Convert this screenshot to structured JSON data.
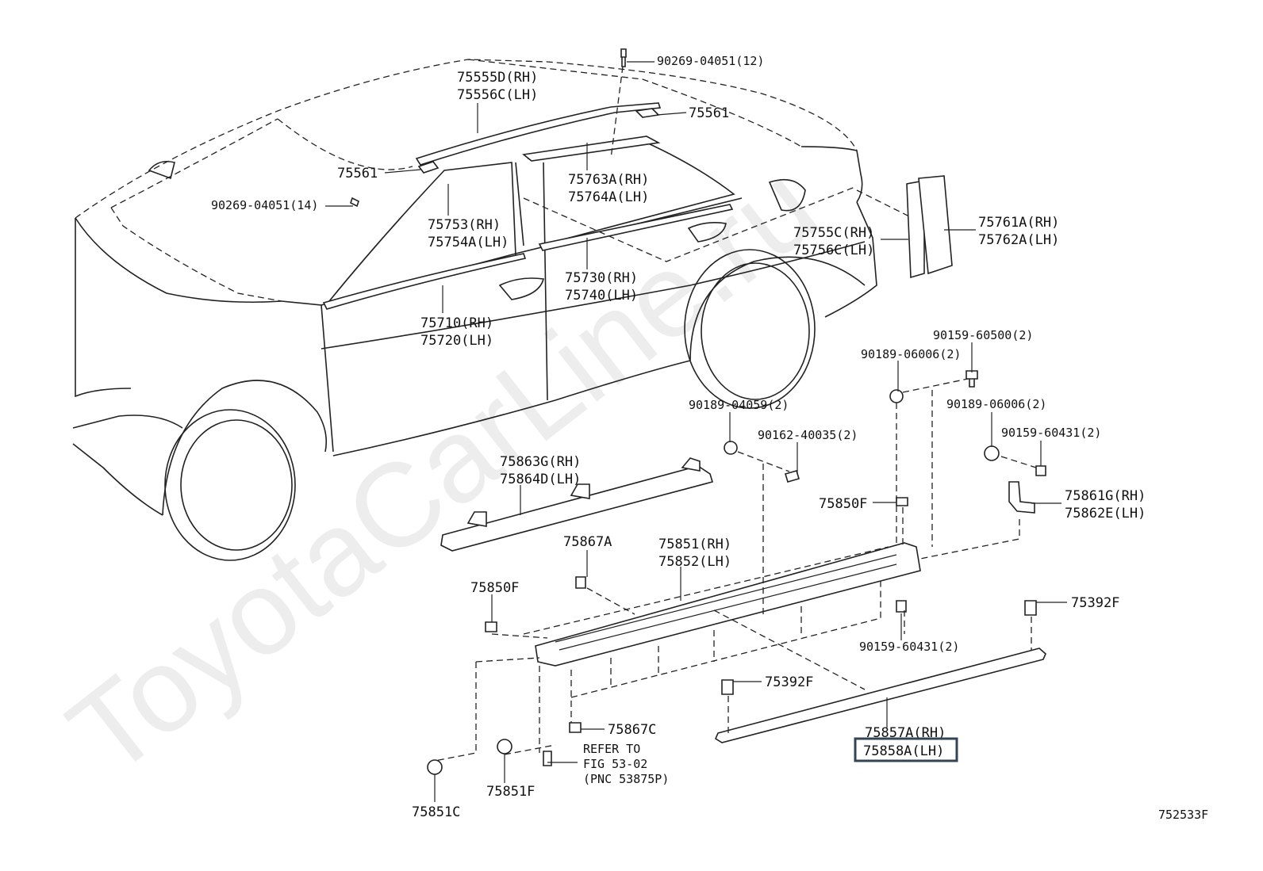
{
  "watermark": "ToyotaCarLine.ru",
  "figure_code": "752533F",
  "highlighted_part": "75858A(LH)",
  "labels": {
    "p90269_04051_12": "90269-04051(12)",
    "p75555D": "75555D(RH)",
    "p75556C": "75556C(LH)",
    "p75561_top": "75561",
    "p75561_left": "75561",
    "p90269_04051_14": "90269-04051(14)",
    "p75763A": "75763A(RH)",
    "p75764A": "75764A(LH)",
    "p75753": "75753(RH)",
    "p75754A": "75754A(LH)",
    "p75730": "75730(RH)",
    "p75740": "75740(LH)",
    "p75710": "75710(RH)",
    "p75720": "75720(LH)",
    "p75755C": "75755C(RH)",
    "p75756C": "75756C(LH)",
    "p75761A": "75761A(RH)",
    "p75762A": "75762A(LH)",
    "p90159_60500": "90159-60500(2)",
    "p90189_06006_a": "90189-06006(2)",
    "p90189_06006_b": "90189-06006(2)",
    "p90189_04059": "90189-04059(2)",
    "p90162_40035": "90162-40035(2)",
    "p90159_60431_a": "90159-60431(2)",
    "p75863G": "75863G(RH)",
    "p75864D": "75864D(LH)",
    "p75850F_right": "75850F",
    "p75861G": "75861G(RH)",
    "p75862E": "75862E(LH)",
    "p75867A": "75867A",
    "p75851": "75851(RH)",
    "p75852": "75852(LH)",
    "p75850F_left": "75850F",
    "p75392F_right": "75392F",
    "p90159_60431_b": "90159-60431(2)",
    "p75392F_left": "75392F",
    "p75857A": "75857A(RH)",
    "p75858A": "75858A(LH)",
    "p75867C": "75867C",
    "ref_line1": "REFER TO",
    "ref_line2": "FIG 53-02",
    "ref_line3": "(PNC 53875P)",
    "p75851C": "75851C",
    "p75851F": "75851F"
  }
}
